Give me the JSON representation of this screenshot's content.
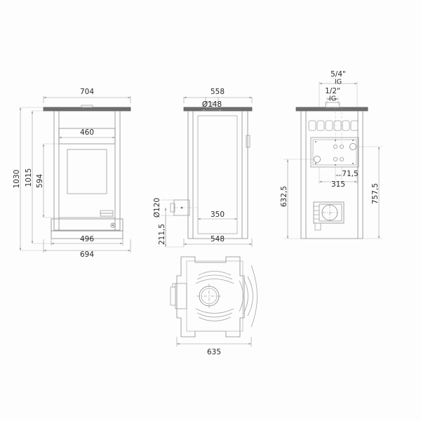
{
  "drawing": {
    "title": "Stove technical dimension drawing",
    "background_color": "#fdfdfd",
    "line_color": "#8a8a8a",
    "dim_line_color": "#9a9a9a",
    "text_color": "#2b2b2b",
    "plate_color": "#6e6e6e",
    "units": "mm"
  },
  "views": {
    "front": {
      "name": "front-view",
      "dimensions": {
        "top_width": "704",
        "door_width": "460",
        "body_width": "496",
        "base_width": "694",
        "total_height": "1030",
        "body_height": "1015",
        "door_height": "594"
      }
    },
    "side": {
      "name": "side-view",
      "dimensions": {
        "top_depth": "558",
        "flue_top_diameter": "Ø148",
        "flue_rear_diameter": "Ø120",
        "inner_depth": "350",
        "body_depth": "548",
        "flue_rear_height": "211,5"
      }
    },
    "rear": {
      "name": "rear-view",
      "dimensions": {
        "connection_large": "5/4\"",
        "connection_large_type": "IG",
        "connection_small": "1/2\"",
        "connection_small_type": "IG",
        "panel_width": "315",
        "panel_offset": "71,5",
        "lower_height": "632,5",
        "upper_height": "757,5"
      }
    },
    "top": {
      "name": "top-view",
      "dimensions": {
        "width": "635"
      }
    }
  }
}
